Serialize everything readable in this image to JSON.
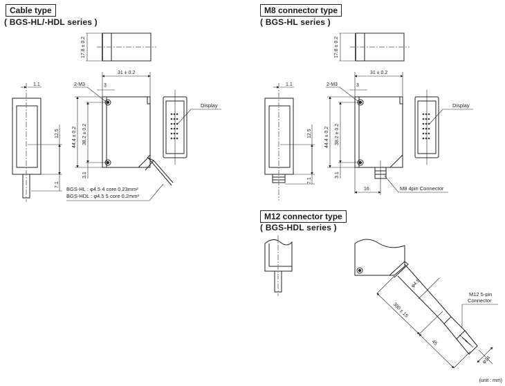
{
  "sections": {
    "cable": {
      "title": "Cable type",
      "series": "( BGS-HL/-HDL series )",
      "dims": {
        "height_top": "17.8 ± 0.2",
        "width": "31 ± 0.2",
        "mount": "2-M3",
        "offset_3": "3",
        "offset_1_1": "1.1",
        "height_total": "44.4 ± 0.2",
        "hole_pitch": "38.2 ± 0.2",
        "dim_12_5": "12.5",
        "dim_7_1": "7.1",
        "dim_3_1": "3.1"
      },
      "display_label": "Display",
      "cable_spec": [
        "BGS-HL  :  φ4.5   4 core 0.23mm²",
        "BGS-HDL  :  φ4.5   5 core 0.2mm²"
      ]
    },
    "m8": {
      "title": "M8 connector type",
      "series": "( BGS-HL series )",
      "dims": {
        "height_top": "17.8 ± 0.2",
        "width": "31 ± 0.2",
        "mount": "2-M3",
        "offset_3": "3",
        "offset_1_1": "1.1",
        "height_total": "44.4 ± 0.2",
        "hole_pitch": "38.2 ± 0.2",
        "dim_12_5": "12.5",
        "dim_7_1": "7.1",
        "dim_3_1": "3.1",
        "dim_16": "16"
      },
      "display_label": "Display",
      "connector_label": "M8 4pin Connector"
    },
    "m12": {
      "title": "M12 connector type",
      "series": "( BGS-HDL series )",
      "dims": {
        "cable_dia": "φ4.5",
        "cable_len": "300 ± 15",
        "conn_len": "45",
        "conn_dia": "φ14"
      },
      "connector_label_1": "M12 5-pin",
      "connector_label_2": "Connector"
    }
  },
  "unit": "(unit : mm)"
}
